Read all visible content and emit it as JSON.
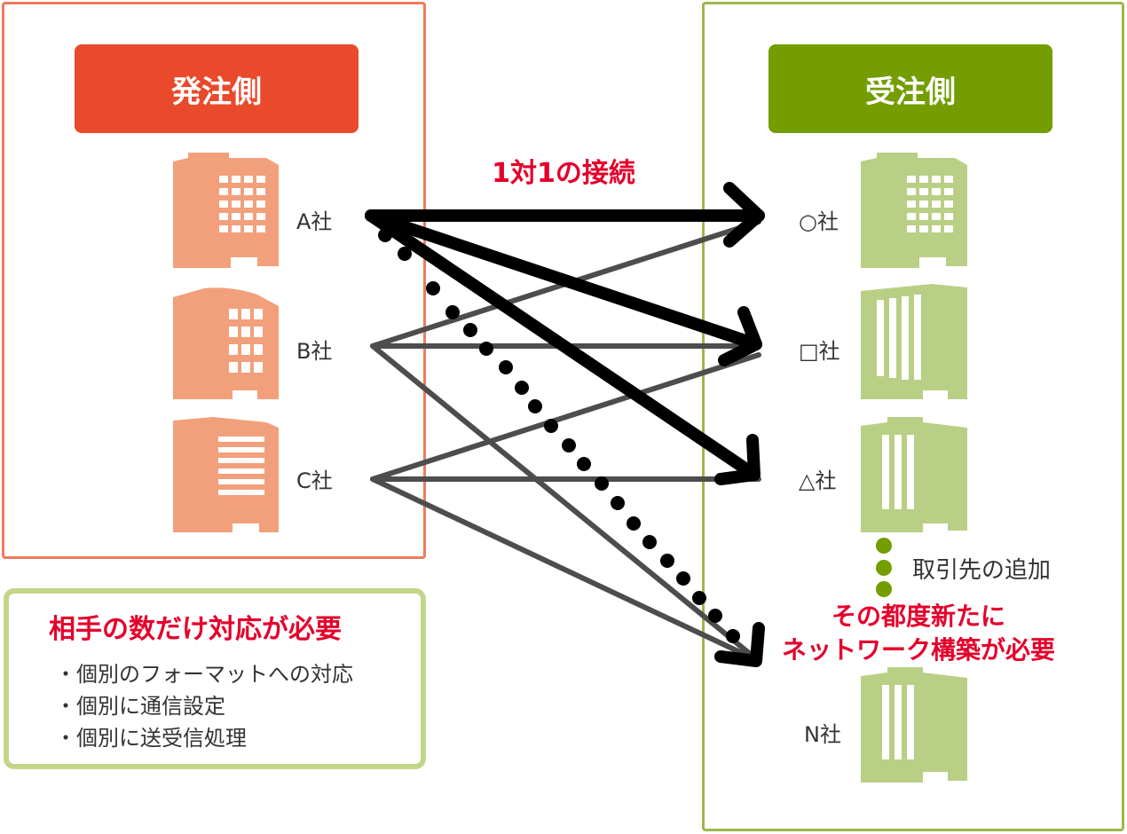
{
  "left": {
    "header": "発注側",
    "companies": [
      "A社",
      "B社",
      "C社"
    ],
    "color": "#e94a2c",
    "building_color": "#f2a07b"
  },
  "right": {
    "header": "受注側",
    "companies": [
      "○社",
      "□社",
      "△社",
      "N社"
    ],
    "color": "#739d00",
    "building_color": "#b9cf85"
  },
  "connection_title": "1対1の接続",
  "addition_label": "取引先の追加",
  "network_note": [
    "その都度新たに",
    "ネットワーク構築が必要"
  ],
  "note": {
    "title": "相手の数だけ対応が必要",
    "bullets": [
      "・個別のフォーマットへの対応",
      "・個別に通信設定",
      "・個別に送受信処理"
    ]
  },
  "icons": {
    "building": "office-building-icon",
    "dot": "ellipsis-dot-icon"
  }
}
